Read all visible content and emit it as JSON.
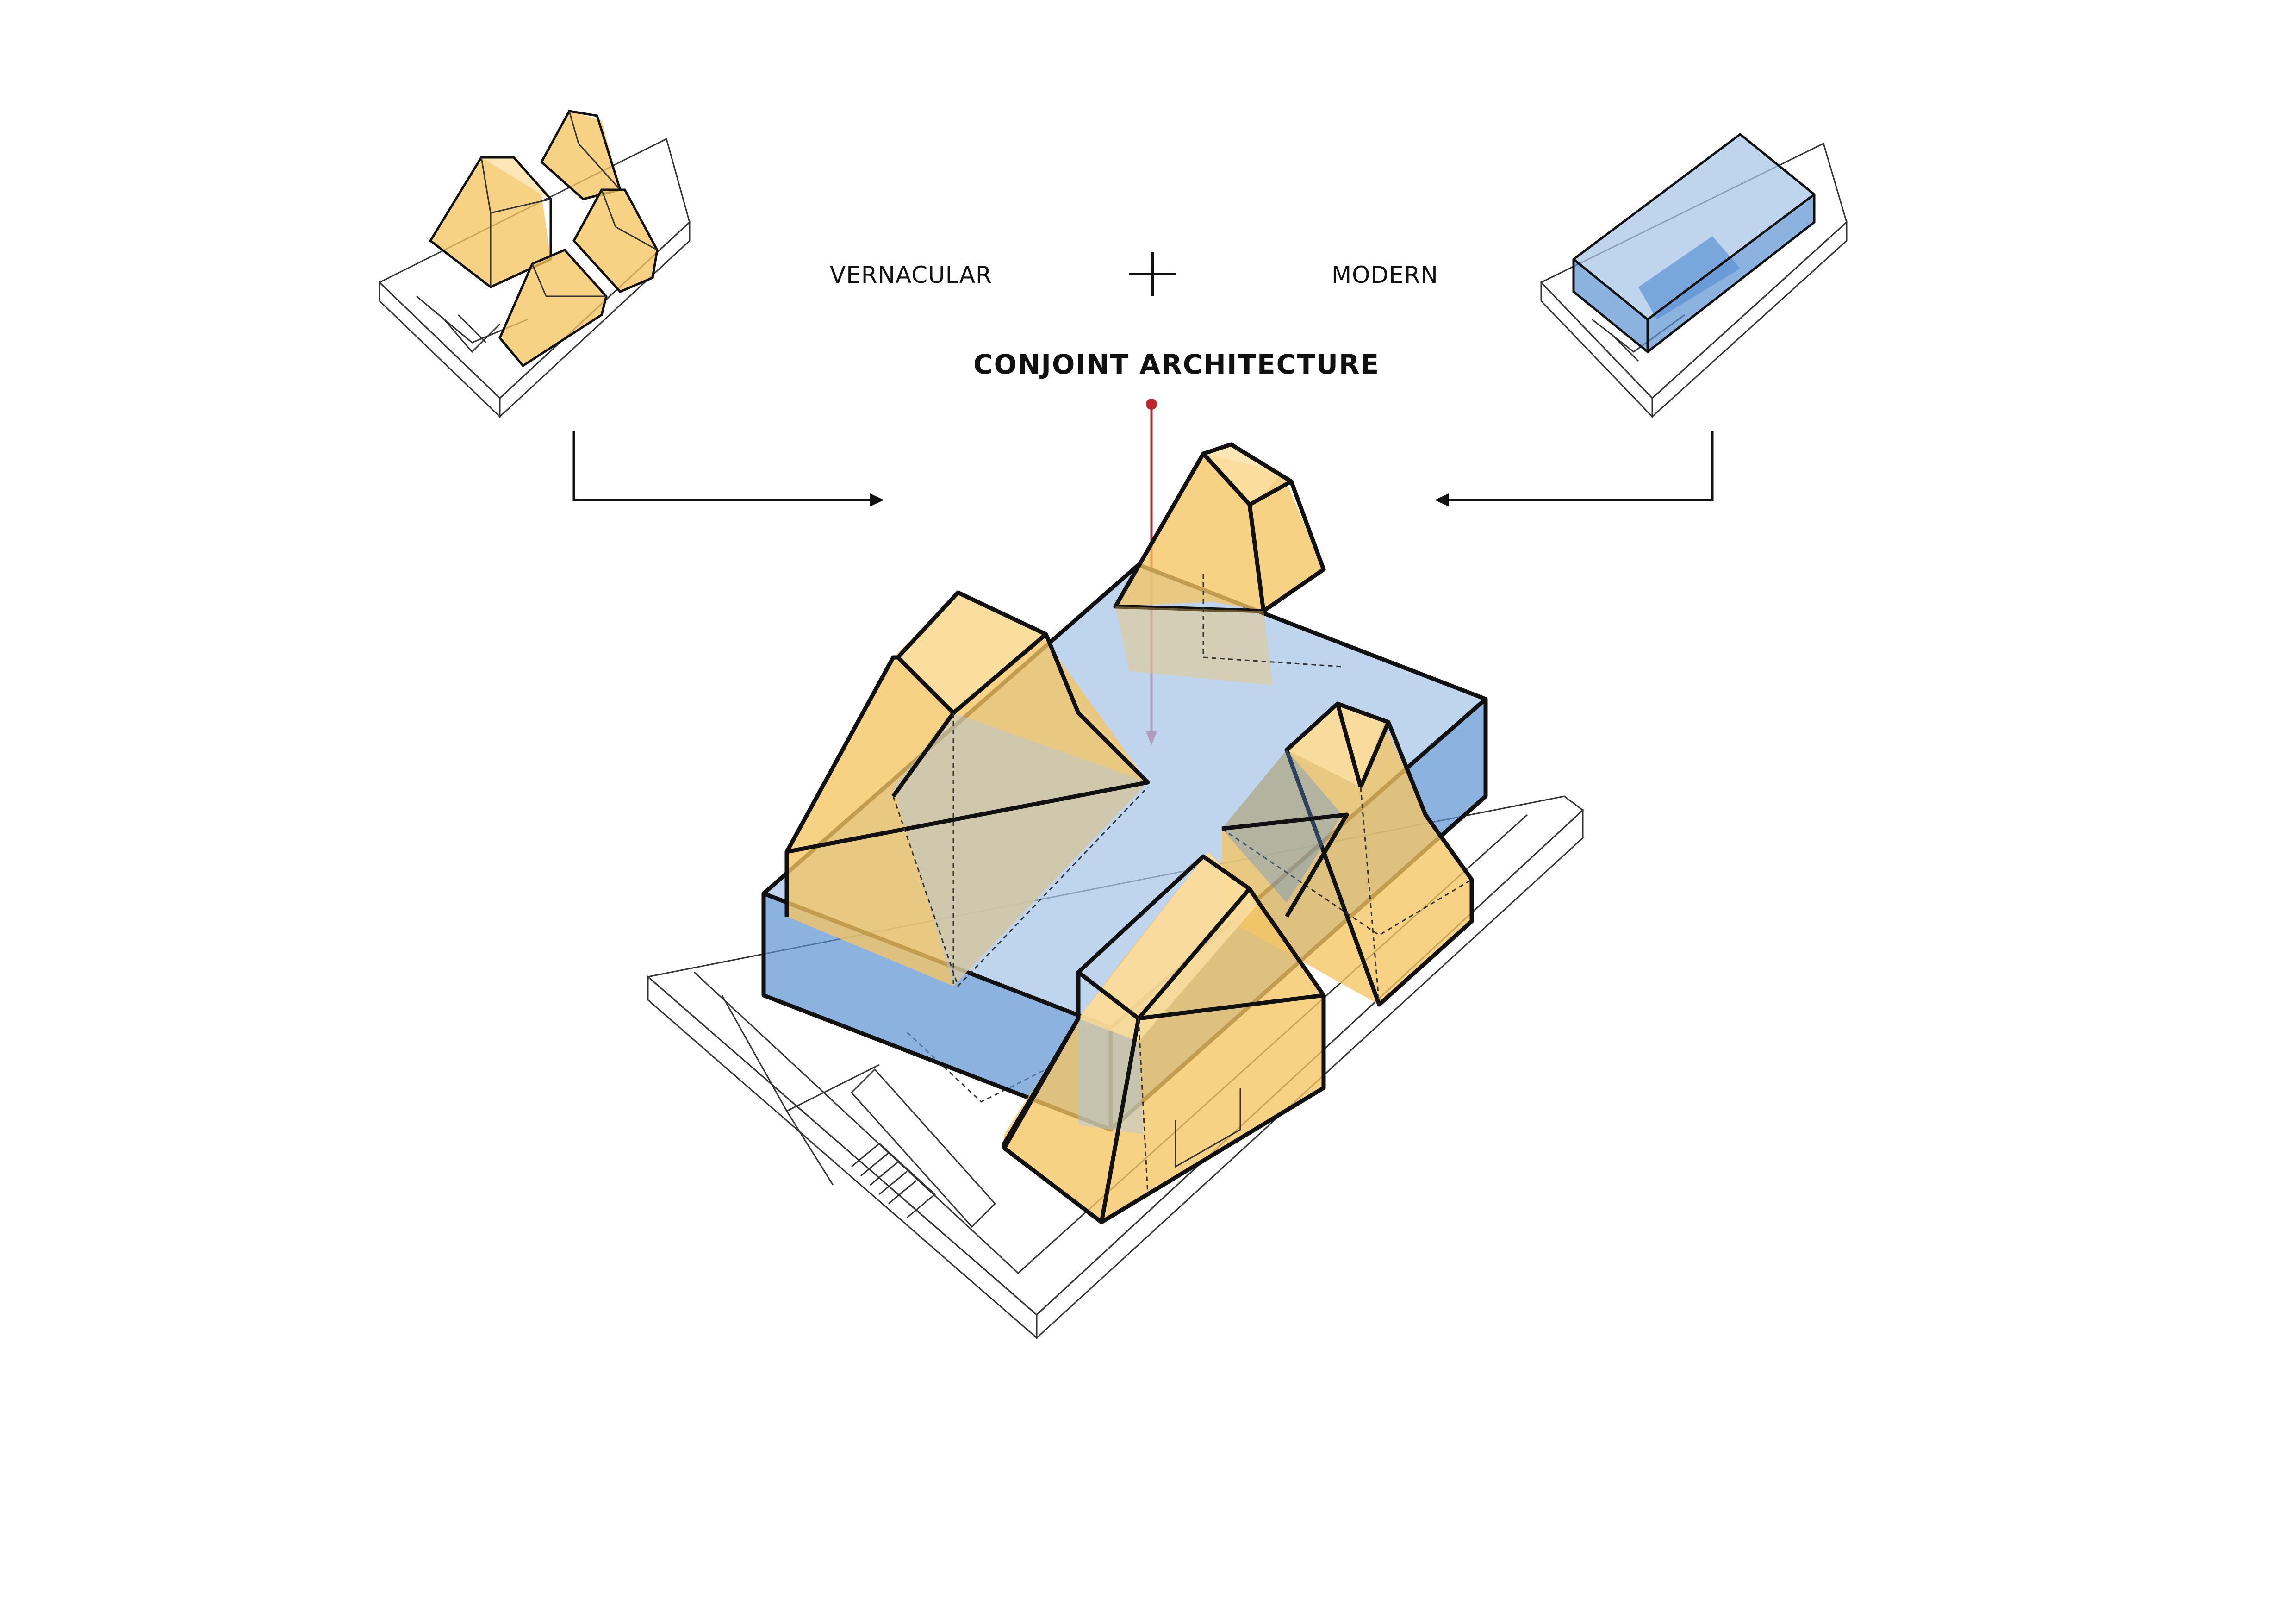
{
  "labels": {
    "vernacular": "VERNACULAR",
    "modern": "MODERN",
    "conjoint": "CONJOINT ARCHITECTURE"
  },
  "colors": {
    "yellow": "#f5c563",
    "yellow_light": "#fbe0a4",
    "blue": "#5b92d3",
    "blue_light": "#a9c7e8",
    "pointer": "#c0272d",
    "stroke": "#111111"
  },
  "icons": {
    "plus": "plus-icon",
    "arrow_left_panel": "arrow-right-icon",
    "arrow_right_panel": "arrow-left-icon",
    "pointer": "pointer-arrow-icon"
  }
}
